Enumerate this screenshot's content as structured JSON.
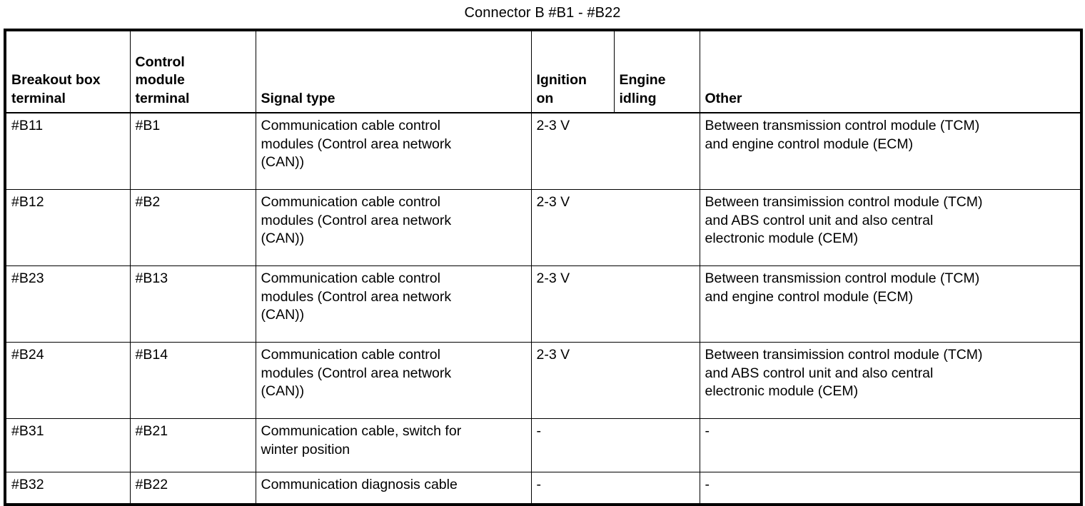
{
  "document": {
    "title": "Connector B #B1 - #B22"
  },
  "table": {
    "headers": {
      "breakout_terminal": "Breakout box\nterminal",
      "control_module_terminal": "Control\nmodule\nterminal",
      "signal_type": "Signal type",
      "ignition_on": "Ignition\non",
      "engine_idling": "Engine\nidling",
      "other": "Other"
    },
    "rows": [
      {
        "breakout_terminal": "#B11",
        "control_module_terminal": "#B1",
        "signal_type": "Communication cable control\nmodules (Control area network\n(CAN))",
        "ignition_on": "2-3 V",
        "engine_idling": "",
        "other": "Between transmission control module (TCM)\nand engine control module (ECM)"
      },
      {
        "breakout_terminal": "#B12",
        "control_module_terminal": "#B2",
        "signal_type": "Communication cable control\nmodules (Control area network\n(CAN))",
        "ignition_on": "2-3 V",
        "engine_idling": "",
        "other": "Between transimission control module (TCM)\nand ABS control unit and also central\nelectronic module (CEM)"
      },
      {
        "breakout_terminal": "#B23",
        "control_module_terminal": "#B13",
        "signal_type": "Communication cable control\nmodules (Control area network\n(CAN))",
        "ignition_on": "2-3 V",
        "engine_idling": "",
        "other": "Between transmission control module (TCM)\nand engine control module (ECM)"
      },
      {
        "breakout_terminal": "#B24",
        "control_module_terminal": "#B14",
        "signal_type": "Communication cable control\nmodules (Control area network\n(CAN))",
        "ignition_on": "2-3 V",
        "engine_idling": "",
        "other": "Between transimission control module (TCM)\nand ABS control unit and also central\nelectronic module (CEM)"
      },
      {
        "breakout_terminal": "#B31",
        "control_module_terminal": "#B21",
        "signal_type": "Communication cable, switch for\nwinter position",
        "ignition_on": "-",
        "engine_idling": "",
        "other": "-"
      },
      {
        "breakout_terminal": "#B32",
        "control_module_terminal": "#B22",
        "signal_type": "Communication diagnosis cable",
        "ignition_on": "-",
        "engine_idling": "",
        "other": "-"
      }
    ]
  },
  "colors": {
    "text": "#000000",
    "background": "#ffffff",
    "border": "#000000"
  }
}
